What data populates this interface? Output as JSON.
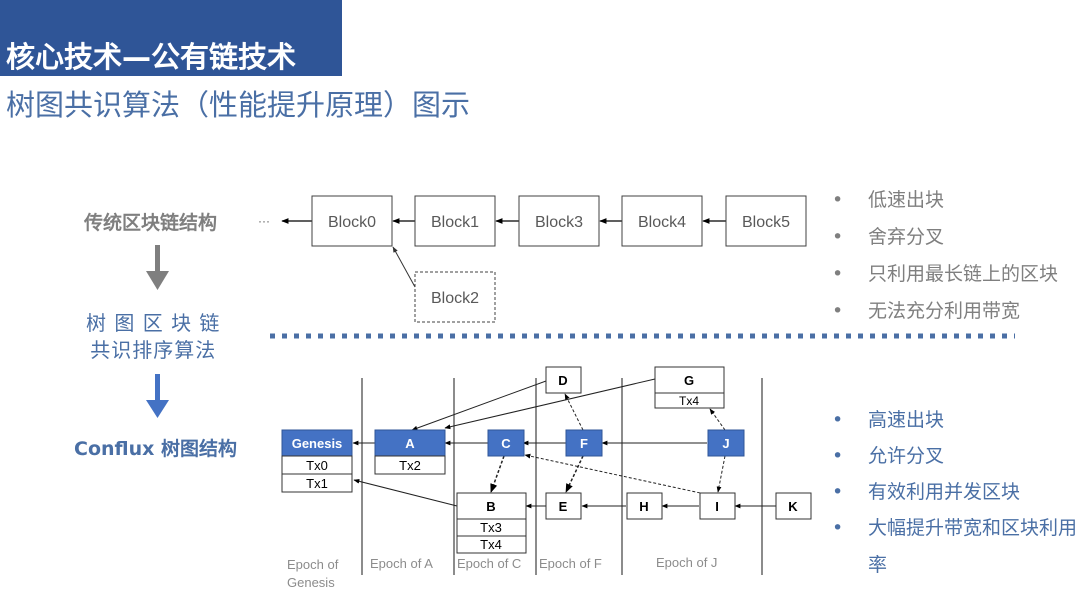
{
  "header": {
    "title": "核心技术—公有链技术",
    "subtitle": "树图共识算法（性能提升原理）图示"
  },
  "left_labels": {
    "traditional": "传统区块链结构",
    "tree_algo_line1": "树 图 区 块 链",
    "tree_algo_line2": "共识排序算法",
    "conflux": "Conflux 树图结构"
  },
  "traditional_chain": {
    "ellipsis": "···",
    "blocks": [
      "Block0",
      "Block1",
      "Block3",
      "Block4",
      "Block5"
    ],
    "fork_block": "Block2"
  },
  "traditional_bullets": [
    "低速出块",
    "舍弃分叉",
    "只利用最长链上的区块",
    "无法充分利用带宽"
  ],
  "conflux_bullets": [
    "高速出块",
    "允许分叉",
    "有效利用并发区块",
    "大幅提升带宽和区块利用率"
  ],
  "bullet_char": "•",
  "tree_graph": {
    "pivot_blocks": [
      "Genesis",
      "A",
      "C",
      "F",
      "J"
    ],
    "other_blocks": [
      "B",
      "D",
      "E",
      "G",
      "H",
      "I",
      "K"
    ],
    "transactions": {
      "Genesis": [
        "Tx0",
        "Tx1"
      ],
      "A": [
        "Tx2"
      ],
      "B": [
        "Tx3",
        "Tx4"
      ],
      "G": [
        "Tx4"
      ]
    },
    "epochs": [
      "Epoch of Genesis",
      "Epoch of A",
      "Epoch of C",
      "Epoch of F",
      "Epoch of J"
    ],
    "epoch_genesis_line1": "Epoch of",
    "epoch_genesis_line2": "Genesis"
  },
  "colors": {
    "title_bg": "#2f5597",
    "accent_blue": "#4472c4",
    "text_blue": "#4a6fa5",
    "gray_text": "#7f7f7f"
  }
}
